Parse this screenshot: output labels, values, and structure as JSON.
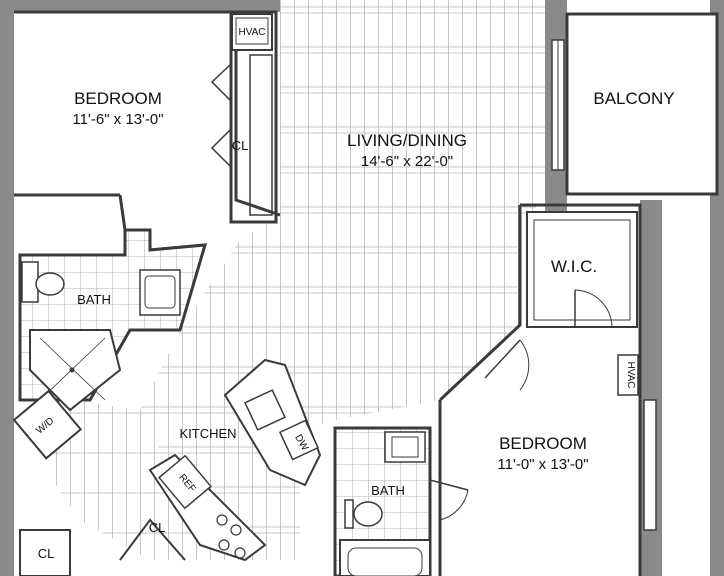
{
  "rooms": {
    "bedroom_1": {
      "name": "BEDROOM",
      "dims": "11'-6\" x 13'-0\""
    },
    "living": {
      "name": "LIVING/DINING",
      "dims": "14'-6\" x 22'-0\""
    },
    "balcony": {
      "name": "BALCONY"
    },
    "wic": {
      "name": "W.I.C."
    },
    "bedroom_2": {
      "name": "BEDROOM",
      "dims": "11'-0\" x 13'-0\""
    },
    "bath_1": {
      "name": "BATH"
    },
    "bath_2": {
      "name": "BATH"
    },
    "kitchen": {
      "name": "KITCHEN"
    }
  },
  "fixtures": {
    "hvac_1": "HVAC",
    "hvac_2": "HVAC",
    "closet_1": "CL",
    "closet_2": "CL",
    "closet_3": "CL",
    "washer_dryer": "W/D",
    "dishwasher": "DW",
    "refrigerator": "REF"
  },
  "colors": {
    "wall": "#8a8a8a",
    "wall_dark": "#3a3a3a",
    "floor_line": "#9a9a9a",
    "background": "#ffffff"
  }
}
